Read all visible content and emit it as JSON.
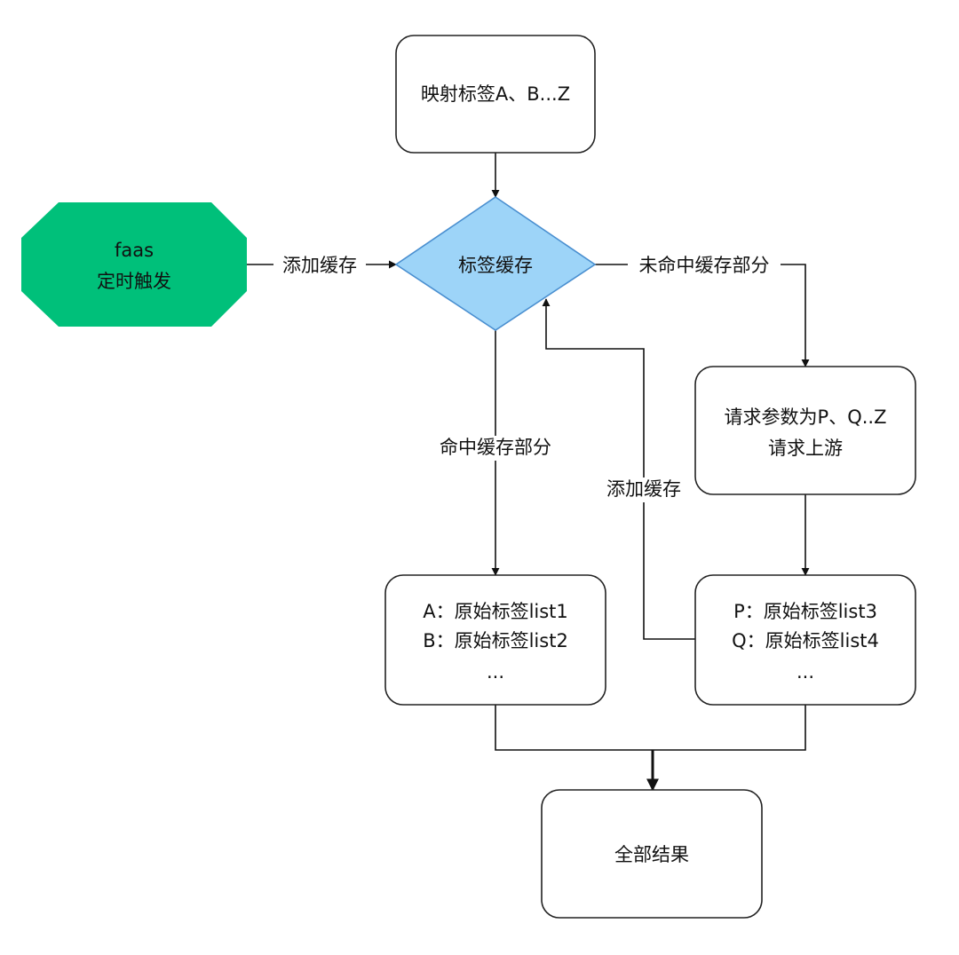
{
  "colors": {
    "trigger_fill": "#00c07a",
    "decision_fill": "#9dd4f8",
    "decision_stroke": "#4a8fd0",
    "box_stroke": "#222222",
    "edge": "#111111",
    "text": "#111111"
  },
  "nodes": {
    "mapping_tags": {
      "lines": [
        "映射标签A、B...Z"
      ]
    },
    "trigger": {
      "lines": [
        "faas",
        "定时触发"
      ]
    },
    "tag_cache": {
      "lines": [
        "标签缓存"
      ]
    },
    "request_upstream": {
      "lines": [
        "请求参数为P、Q..Z",
        "请求上游"
      ]
    },
    "hit_results": {
      "lines": [
        "A：原始标签list1",
        "B：原始标签list2",
        "..."
      ]
    },
    "miss_results": {
      "lines": [
        "P：原始标签list3",
        "Q：原始标签list4",
        "..."
      ]
    },
    "all_results": {
      "lines": [
        "全部结果"
      ]
    }
  },
  "edges": {
    "add_cache_from_trigger": "添加缓存",
    "miss_cache_part": "未命中缓存部分",
    "hit_cache_part": "命中缓存部分",
    "add_cache_from_upstream": "添加缓存"
  }
}
